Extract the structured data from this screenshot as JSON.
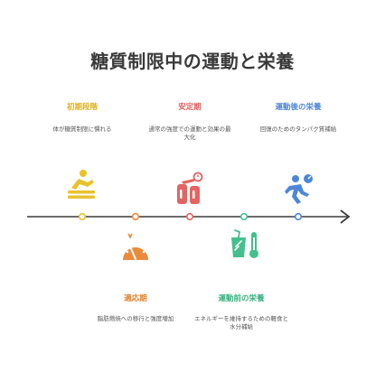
{
  "title": "糖質制限中の運動と栄養",
  "stages": [
    {
      "label": "初期段階",
      "desc": "体が糖質制限に慣れる",
      "color": "#e9c22a",
      "icon": "person-exercising-icon"
    },
    {
      "label": "適応期",
      "desc": "脂肪燃焼への移行と強度増加",
      "color": "#ea8a3c",
      "icon": "speed-gauge-icon"
    },
    {
      "label": "安定期",
      "desc": "通常の強度での運動と効果の最大化",
      "color": "#e36463",
      "icon": "fire-extinguisher-icon"
    },
    {
      "label": "運動前の栄養",
      "desc": "エネルギーを維持するための軽食と水分補給",
      "color": "#43c08d",
      "icon": "drink-thermometer-icon"
    },
    {
      "label": "運動後の栄養",
      "desc": "回復のためのタンパク質補給",
      "color": "#4d86d6",
      "icon": "runner-icon"
    }
  ]
}
